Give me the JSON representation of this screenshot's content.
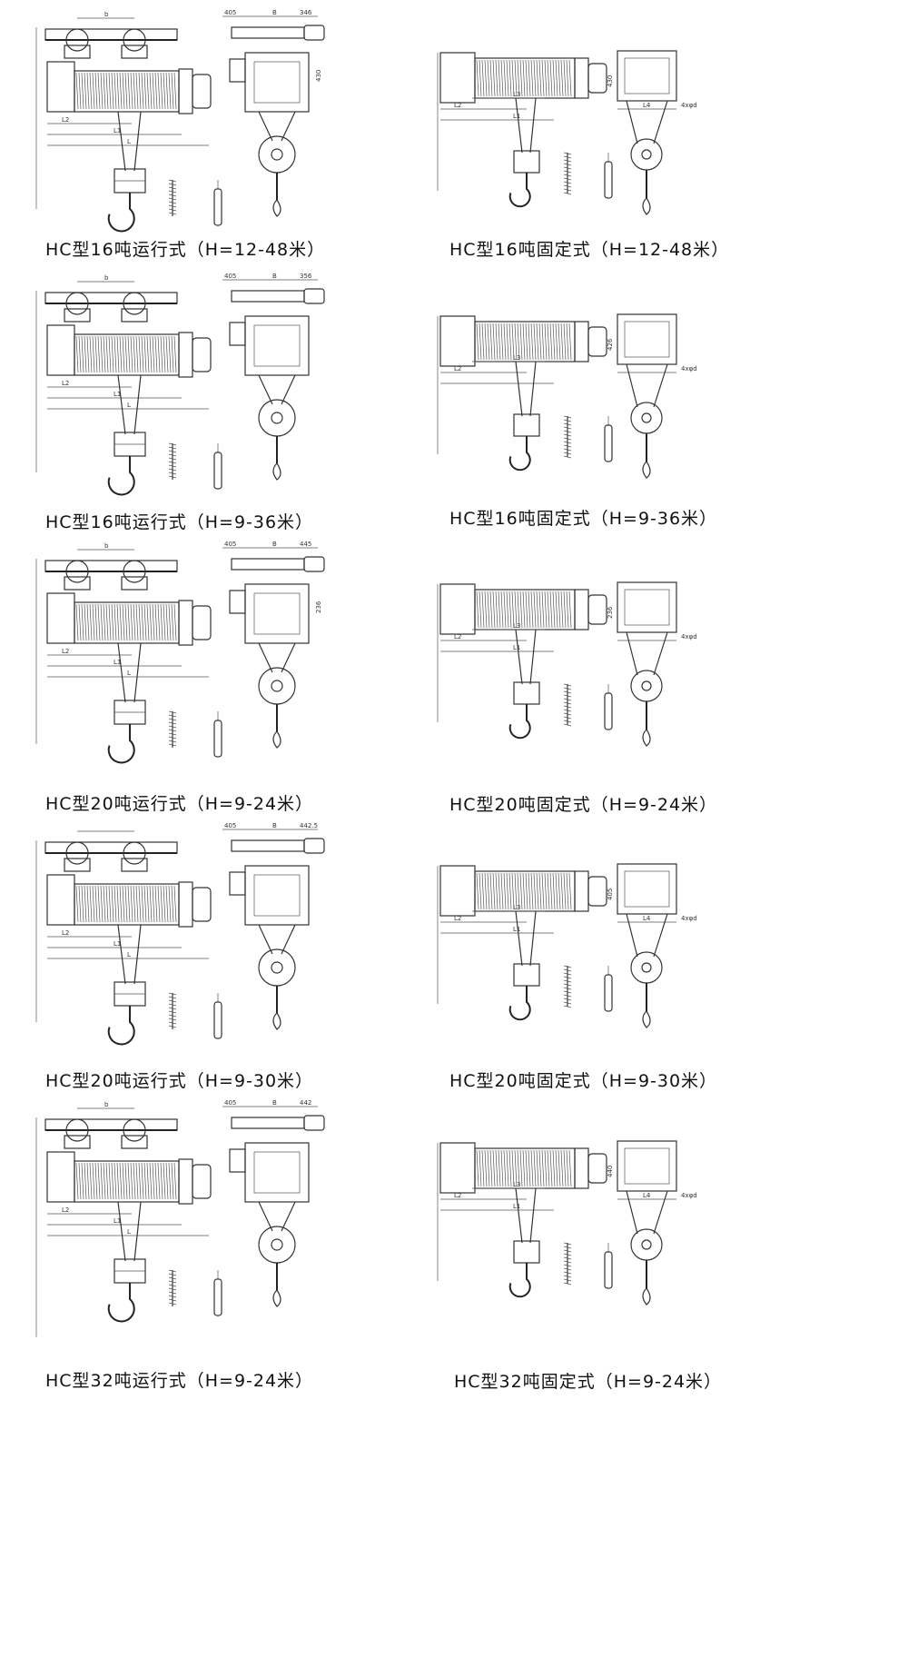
{
  "diagrams": [
    {
      "caption": "HC型16吨运行式（H=12-48米）",
      "type": "running",
      "dims": {
        "top_b": "b",
        "side_top": [
          "405",
          "B",
          "346"
        ],
        "side_h": "430"
      },
      "drum_labels": [
        "L2",
        "L1",
        "L"
      ]
    },
    {
      "caption": "HC型16吨固定式（H=12-48米）",
      "type": "fixed",
      "dims": {
        "side_h": "430",
        "side_bottom": "L4",
        "bolt": "4xφd"
      },
      "drum_labels": [
        "L2",
        "L3",
        "L1"
      ]
    },
    {
      "caption": "HC型16吨运行式（H=9-36米）",
      "type": "running",
      "dims": {
        "top_b": "b",
        "side_top": [
          "405",
          "B",
          "356"
        ],
        "side_h": ""
      },
      "drum_labels": [
        "L2",
        "L1",
        "L"
      ]
    },
    {
      "caption": "HC型16吨固定式（H=9-36米）",
      "type": "fixed",
      "dims": {
        "side_h": "426",
        "side_bottom": "",
        "bolt": "4xφd"
      },
      "drum_labels": [
        "L2",
        "L3",
        ""
      ]
    },
    {
      "caption": "HC型20吨运行式（H=9-24米）",
      "type": "running",
      "dims": {
        "top_b": "b",
        "side_top": [
          "405",
          "B",
          "445"
        ],
        "side_h": "236"
      },
      "drum_labels": [
        "L2",
        "L1",
        "L"
      ]
    },
    {
      "caption": "HC型20吨固定式（H=9-24米）",
      "type": "fixed",
      "dims": {
        "side_h": "236",
        "side_bottom": "",
        "bolt": "4xφd"
      },
      "drum_labels": [
        "L2",
        "L3",
        "L1"
      ]
    },
    {
      "caption": "HC型20吨运行式（H=9-30米）",
      "type": "running",
      "dims": {
        "top_b": "",
        "side_top": [
          "405",
          "B",
          "442.5"
        ],
        "side_h": ""
      },
      "drum_labels": [
        "L2",
        "L1",
        "L"
      ]
    },
    {
      "caption": "HC型20吨固定式（H=9-30米）",
      "type": "fixed",
      "dims": {
        "side_h": "405",
        "side_bottom": "L4",
        "bolt": "4xφd"
      },
      "drum_labels": [
        "L2",
        "L3",
        "L1"
      ]
    },
    {
      "caption": "HC型32吨运行式（H=9-24米）",
      "type": "running",
      "dims": {
        "top_b": "b",
        "side_top": [
          "405",
          "B",
          "442"
        ],
        "side_h": ""
      },
      "drum_labels": [
        "L2",
        "L1",
        "L"
      ]
    },
    {
      "caption": "HC型32吨固定式（H=9-24米）",
      "type": "fixed",
      "dims": {
        "side_h": "440",
        "side_bottom": "L4",
        "bolt": "4xφd"
      },
      "drum_labels": [
        "L2",
        "L3",
        "L1"
      ]
    }
  ]
}
